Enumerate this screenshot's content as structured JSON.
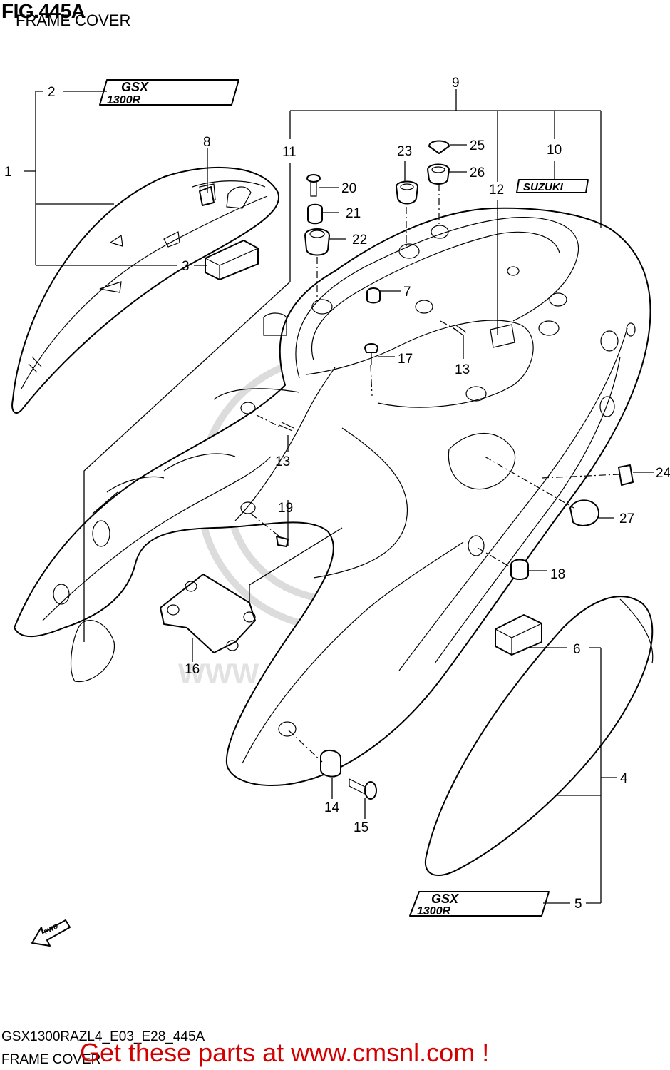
{
  "header": {
    "figure": "FIG.445A",
    "subtitle": "FRAME COVER"
  },
  "footer": {
    "model_code": "GSX1300RAZL4_E03_E28_445A",
    "section_name": "FRAME COVER",
    "promo": "Get these parts at www.cmsnl.com !"
  },
  "watermark": {
    "text": "WWW.CMSNL.COM"
  },
  "decals": {
    "gsx_line1": "GSX",
    "gsx_line2": "1300R",
    "brand": "SUZUKI",
    "direction": "FWD"
  },
  "callouts": [
    {
      "num": "1"
    },
    {
      "num": "2"
    },
    {
      "num": "3"
    },
    {
      "num": "4"
    },
    {
      "num": "5"
    },
    {
      "num": "6"
    },
    {
      "num": "7"
    },
    {
      "num": "8"
    },
    {
      "num": "9"
    },
    {
      "num": "10"
    },
    {
      "num": "11"
    },
    {
      "num": "12"
    },
    {
      "num": "13"
    },
    {
      "num": "13"
    },
    {
      "num": "14"
    },
    {
      "num": "15"
    },
    {
      "num": "16"
    },
    {
      "num": "17"
    },
    {
      "num": "18"
    },
    {
      "num": "19"
    },
    {
      "num": "20"
    },
    {
      "num": "21"
    },
    {
      "num": "22"
    },
    {
      "num": "23"
    },
    {
      "num": "24"
    },
    {
      "num": "25"
    },
    {
      "num": "26"
    },
    {
      "num": "27"
    }
  ],
  "colors": {
    "ink": "#000000",
    "promo": "#d40000",
    "watermark": "#dcdcdc"
  }
}
